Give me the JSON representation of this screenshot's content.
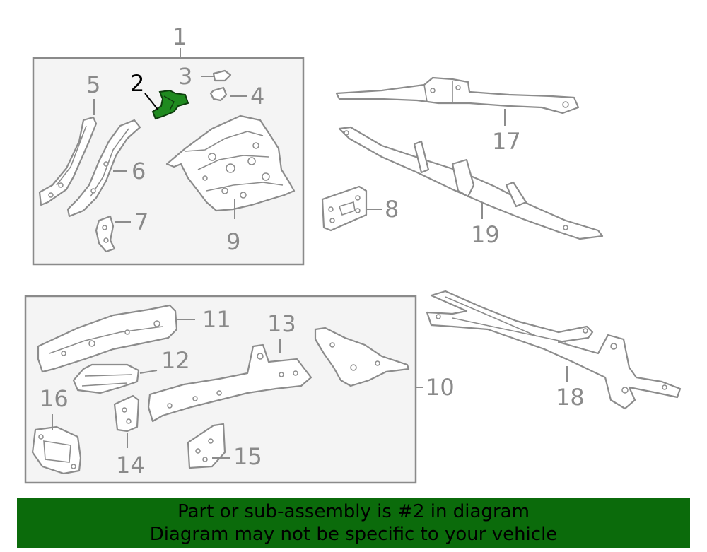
{
  "highlight_color": "#1f8a1f",
  "footer_color": "#0b6b0b",
  "callouts": {
    "c1": "1",
    "c2": "2",
    "c3": "3",
    "c4": "4",
    "c5": "5",
    "c6": "6",
    "c7": "7",
    "c8": "8",
    "c9": "9",
    "c10": "10",
    "c11": "11",
    "c12": "12",
    "c13": "13",
    "c14": "14",
    "c15": "15",
    "c16": "16",
    "c17": "17",
    "c18": "18",
    "c19": "19"
  },
  "footer": {
    "line1": "Part or sub-assembly is #2 in diagram",
    "line2": "Diagram may not be specific to your vehicle"
  }
}
